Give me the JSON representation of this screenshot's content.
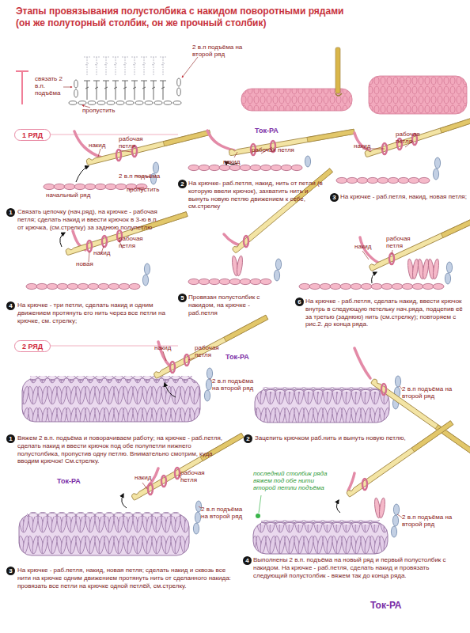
{
  "diagram": {
    "title": "Этапы провязывания полустолбика с накидом поворотными рядами (он же полуторный столбик, он же прочный столбик)",
    "nodes": [
      {
        "text": [
          "1 РЯД"
        ]
      },
      {
        "text": [
          "1"
        ]
      },
      {
        "text": [
          "2"
        ]
      },
      {
        "text": [
          "3"
        ]
      },
      {
        "text": [
          "4"
        ]
      },
      {
        "text": [
          "5"
        ]
      },
      {
        "text": [
          "6"
        ]
      },
      {
        "text": [
          "2 РЯД"
        ]
      },
      {
        "text": [
          "1"
        ]
      },
      {
        "text": [
          "2"
        ]
      },
      {
        "text": [
          "3"
        ]
      },
      {
        "text": [
          "4"
        ]
      }
    ],
    "labels": [
      "2 в.п подъёма на второй ряд",
      "связать 2 в.п. подъёма",
      "пропустить",
      "накид",
      "рабочая петля",
      "2 в.п подъёма",
      "начальный ряд",
      "пропустить",
      "Связать цепочку (нач.ряд), на крючке - рабочая петля; сделать накид и ввести крючок в 3-ю в.п. от крючка, (см.стрелку) за заднюю полупетлю",
      "Ток-РА",
      "накид",
      "рабочая петля",
      "На крючке- раб.петля, накид, нить от петли (в которую ввели крючок), захватить нить и вынуть новую петлю движением к себе, см.стрелку",
      "рабочая петля",
      "накид",
      "На крючке - раб.петля, накид, новая петля;",
      "рабочая петля",
      "накид",
      "новая",
      "На крючке - три петли, сделать накид и одним движением протянуть его нить через все петли на крючке, см. стрелку;",
      "Провязан полустолбик с накидом, на крючке - раб.петля",
      "накид",
      "рабочая петля",
      "На крючке - раб.петля, сделать накид, ввести крючок внутрь в следующую петельку нач.ряда, подцепив её за третью (заднюю) нить (см.стрелку); повторяем с рис.2. до конца ряда.",
      "накид",
      "рабочая петля",
      "2 в.п подъёма на второй ряд",
      "Ток-РА",
      "Вяжем 2 в.п. подъёма и поворачиваем работу; на крючке - раб.петля, сделать накид и ввести крючок под обе полупетли нижнего полустолбика, пропустив одну петлю. Внимательно смотрим, куда вводим крючок! См.стрелку.",
      "2 в.п подъёма на второй ряд",
      "Зацепить крючком раб.нить и вынуть новую петлю,",
      "Ток-РА",
      "накид",
      "рабочая петля",
      "2 в.п подъёма на второй ряд",
      "На крючке - раб.петля, накид, новая петля; сделать накид и сквозь все нити на крючке одним движением протянуть нить от сделанного накида: провязать все петли на крючке одной петлёй, см.стрелку.",
      "последний столбик ряда вяжем под обе нити второй петли подъёма",
      "2 в.п подъёма на второй ряд",
      "Выполнены 2 в.п. подъёма на новый ряд и первый полустолбик с накидом. На крючке - раб.петля, сделать накид и провязать следующий полустолбик - вяжем так до конца ряда.",
      "Ток-РА"
    ]
  }
}
